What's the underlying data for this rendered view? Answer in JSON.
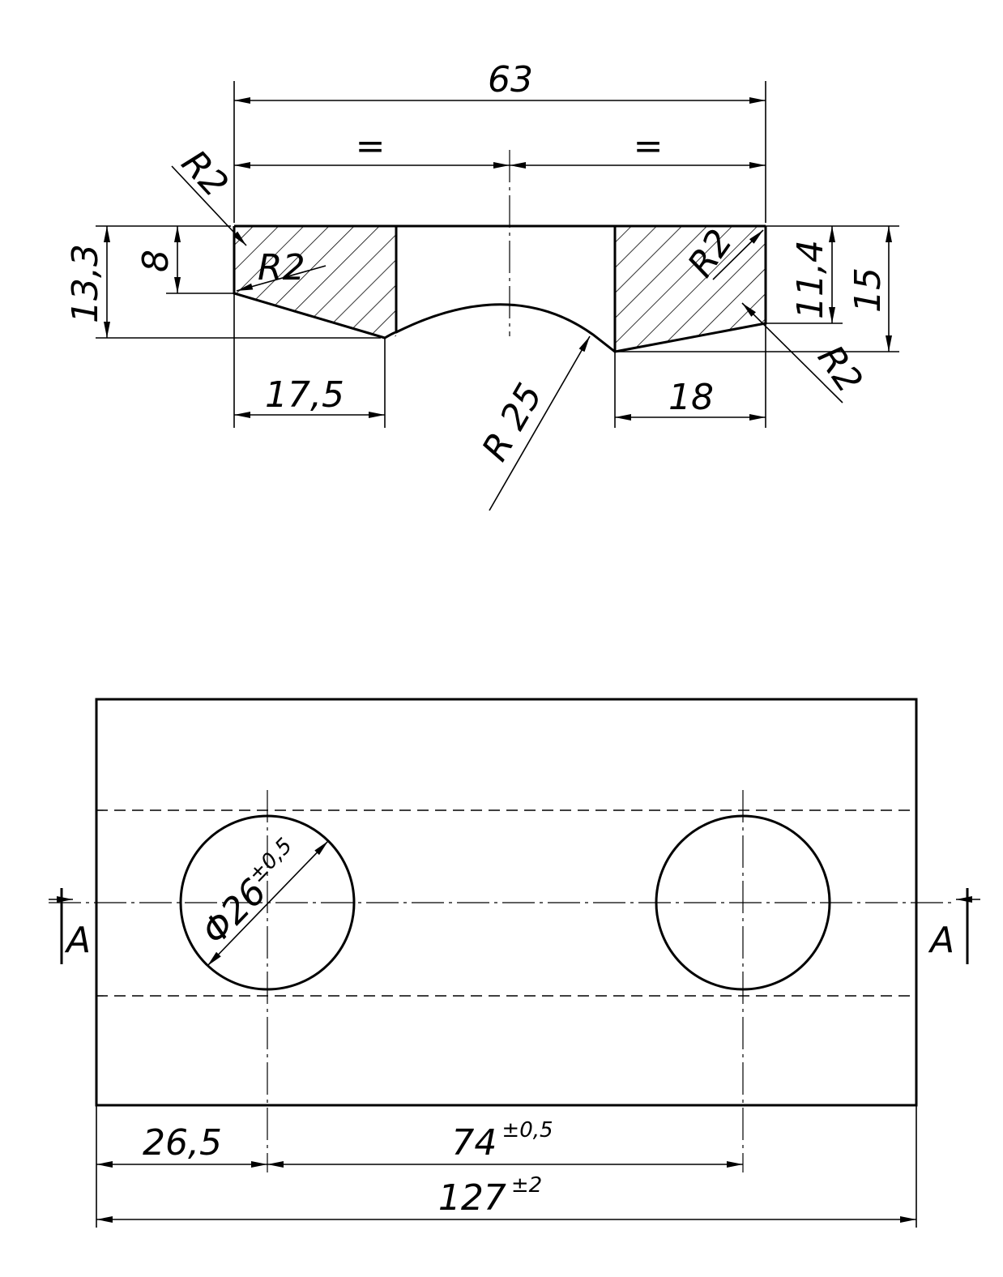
{
  "section_view": {
    "dims": {
      "overall_width": "63",
      "equal_left": "=",
      "equal_right": "=",
      "r2_top_left": "R2",
      "r2_inner_left": "R2",
      "r2_inner_right": "R2",
      "r2_bottom_right": "R2",
      "height_13_3": "13,3",
      "height_8": "8",
      "height_11_4": "11,4",
      "height_15": "15",
      "width_17_5": "17,5",
      "width_18": "18",
      "radius_25": "R 25"
    }
  },
  "plan_view": {
    "hole_diameter": "Φ26",
    "hole_tol": "±0,5",
    "section_left": "A",
    "section_right": "A",
    "dim_26_5": "26,5",
    "dim_74": "74",
    "dim_74_tol": "±0,5",
    "dim_127": "127",
    "dim_127_tol": "±2"
  }
}
